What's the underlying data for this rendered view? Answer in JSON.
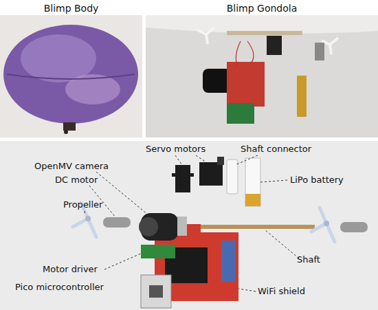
{
  "diagram": {
    "nodes": [
      {
        "text": [
          "Blimp Body"
        ]
      },
      {
        "text": [
          "Blimp Gondola"
        ]
      }
    ],
    "labels": [
      "Servo motors",
      "Shaft connector",
      "OpenMV camera",
      "DC motor",
      "LiPo battery",
      "Propeller",
      "Shaft",
      "Motor driver",
      "WiFi shield",
      "Pico microcontroller"
    ]
  }
}
